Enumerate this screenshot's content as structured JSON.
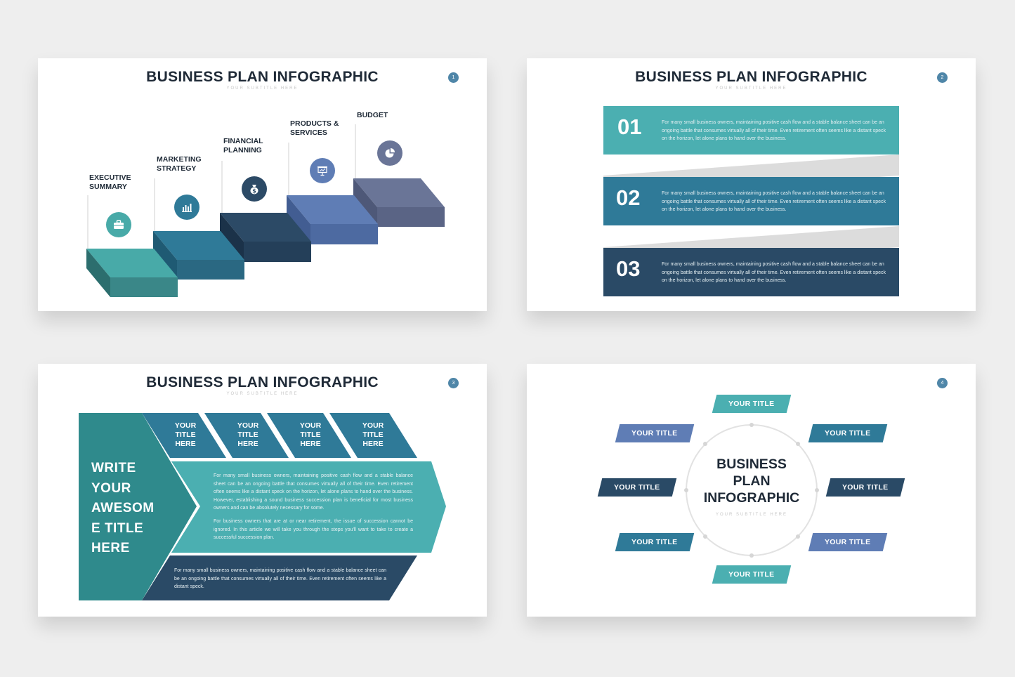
{
  "colors": {
    "teal": "#3a9d9d",
    "teal_light": "#4bafb1",
    "steel_blue": "#2f7a98",
    "navy": "#2a4a66",
    "periwinkle": "#5f7db5",
    "slate": "#6a7597"
  },
  "slide1": {
    "title": "BUSINESS PLAN INFOGRAPHIC",
    "subtitle": "YOUR SUBTITLE HERE",
    "page": "1",
    "steps": [
      {
        "label": "EXECUTIVE\nSUMMARY",
        "icon": "briefcase-icon"
      },
      {
        "label": "MARKETING\nSTRATEGY",
        "icon": "bar-chart-icon"
      },
      {
        "label": "FINANCIAL\nPLANNING",
        "icon": "money-bag-icon"
      },
      {
        "label": "PRODUCTS &\nSERVICES",
        "icon": "presentation-board-icon"
      },
      {
        "label": "BUDGET",
        "icon": "pie-chart-icon"
      }
    ]
  },
  "slide2": {
    "title": "BUSINESS PLAN INFOGRAPHIC",
    "subtitle": "YOUR SUBTITLE HERE",
    "page": "2",
    "rows": [
      {
        "num": "01",
        "text": "For many small business owners, maintaining positive cash flow and a stable balance sheet can be an ongoing battle that consumes virtually all of their time. Even retirement often seems like a distant speck on the horizon, let alone plans to hand over the business."
      },
      {
        "num": "02",
        "text": "For many small business owners, maintaining positive cash flow and a stable balance sheet can be an ongoing battle that consumes virtually all of their time. Even retirement often seems like a distant speck on the horizon, let alone plans to hand over the business."
      },
      {
        "num": "03",
        "text": "For many small business owners, maintaining positive cash flow and a stable balance sheet can be an ongoing battle that consumes virtually all of their time. Even retirement often seems like a distant speck on the horizon, let alone plans to hand over the business."
      }
    ]
  },
  "slide3": {
    "title": "BUSINESS PLAN INFOGRAPHIC",
    "subtitle": "YOUR SUBTITLE HERE",
    "page": "3",
    "big_title": "WRITE\nYOUR\nAWESOM\nE TITLE\nHERE",
    "chevrons": [
      "YOUR\nTITLE\nHERE",
      "YOUR\nTITLE\nHERE",
      "YOUR\nTITLE\nHERE",
      "YOUR\nTITLE\nHERE"
    ],
    "para1": "For many small business owners, maintaining positive cash flow and a stable balance sheet can be an ongoing battle that consumes virtually all of their time. Even retirement often seems like a distant speck on the horizon, let alone plans to hand over the business. However, establishing a sound business succession plan is beneficial for most business owners and can be absolutely necessary for some.",
    "para2": "For business owners that are at or near retirement, the issue of succession cannot be ignored. In this article we will take you through the steps you'll want to take to create a successful succession plan.",
    "para3": "For many small business owners, maintaining positive cash flow and a stable balance sheet can be an ongoing battle that consumes virtually all of their time. Even retirement often seems like a distant speck."
  },
  "slide4": {
    "page": "4",
    "center_title": "BUSINESS\nPLAN\nINFOGRAPHIC",
    "center_subtitle": "YOUR SUBTITLE HERE",
    "tags": [
      "YOUR TITLE",
      "YOUR TITLE",
      "YOUR TITLE",
      "YOUR TITLE",
      "YOUR TITLE",
      "YOUR TITLE",
      "YOUR TITLE",
      "YOUR TITLE"
    ]
  }
}
